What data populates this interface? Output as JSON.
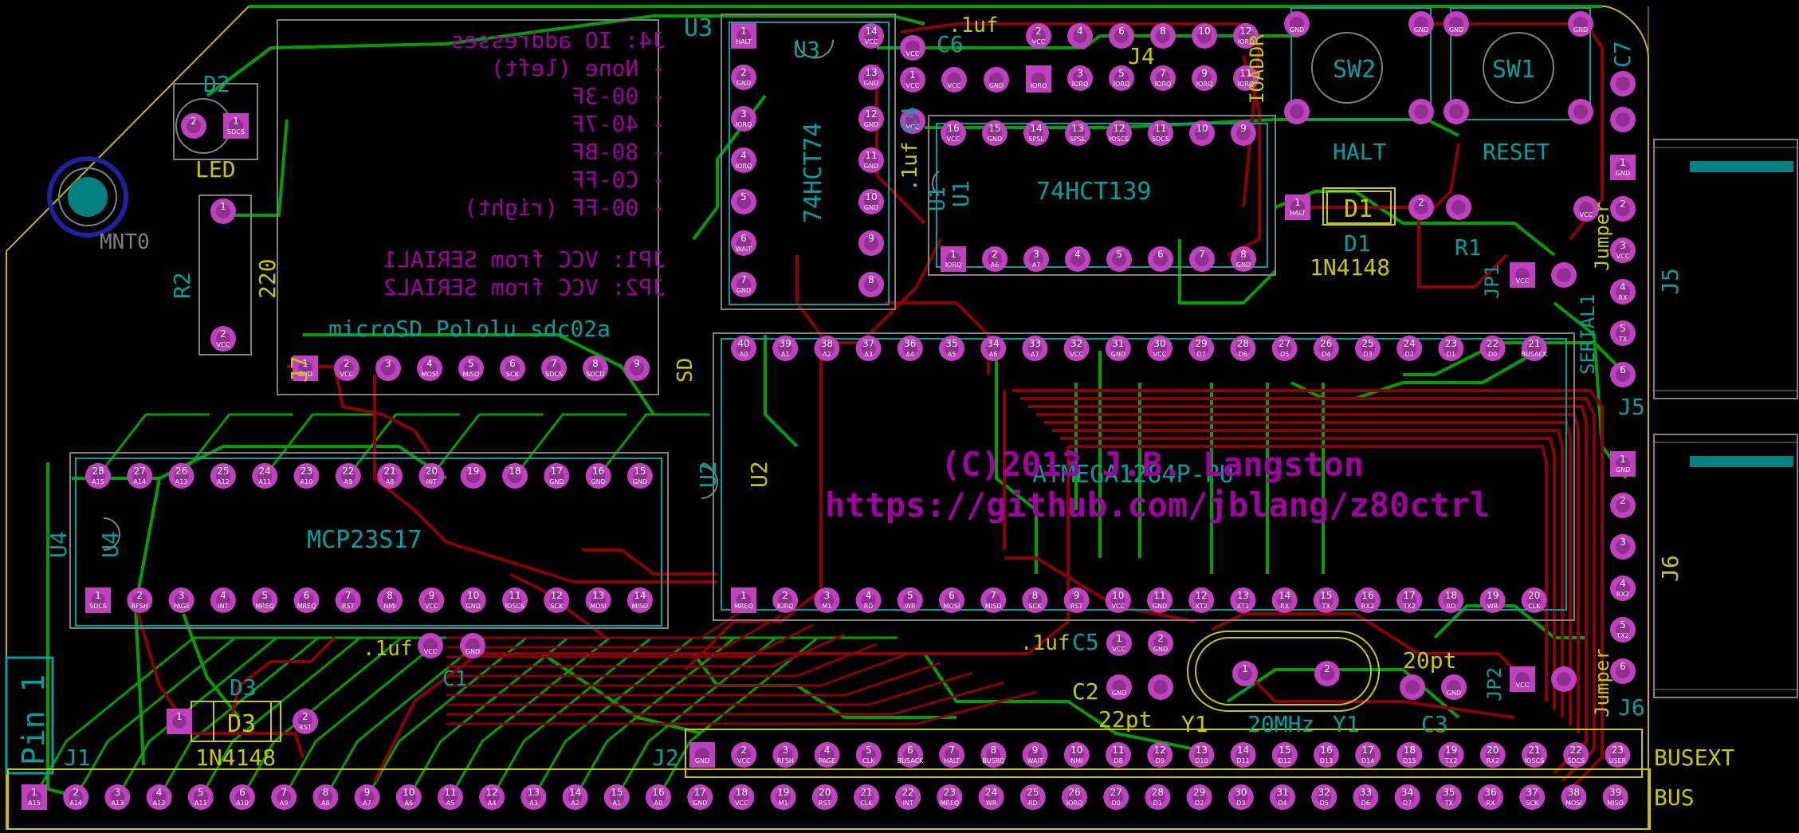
{
  "colors": {
    "background": "#000000",
    "edge": "#c8b400",
    "trace_top": "#8b0000",
    "trace_bottom": "#00a000",
    "pad": "#c040c0",
    "silk_cyan": "#00a0a0",
    "silk_yellow": "#c8c800",
    "silk_magenta": "#a000a0",
    "fab": "#808080"
  },
  "labels": {
    "u3": "U3",
    "u3_part": "74HCT74",
    "u3_ref2": "U3",
    "c6_val": ".1uf",
    "c6": "C6",
    "j4": "J4",
    "u1_part": "74HCT139",
    "u1": "U1",
    "c4": "C4",
    "c4_val": ".1uf",
    "u1b": "U1",
    "sw2": "SW2",
    "sw1": "SW1",
    "halt": "HALT",
    "reset": "RESET",
    "c7": "C7",
    "d1": "D1",
    "d1b": "D1",
    "d1_val": "1N4148",
    "r1": "R1",
    "jp1": "JP1",
    "jumper": "Jumper",
    "j5": "J5",
    "j5b": "J5",
    "serial1": "SERIAL1",
    "d2": "D2",
    "led": "LED",
    "mnt0": "MNT0",
    "r2": "R2",
    "r2_val": "220",
    "j7": "J7",
    "sd_title": "microSD Pololu sdc02a",
    "sd": "SD",
    "u2": "U2",
    "u2b": "U2",
    "u2_part": "ATMEGA1284P-PU",
    "copyright": "(C)2013 J.B. Langston",
    "github": "https://github.com/jblang/z80ctrl",
    "u4": "U4",
    "u4b": "U4",
    "u4_part": "MCP23S17",
    "c1_val": ".1uf",
    "c1": "C1",
    "c5_val": ".1uf",
    "c5": "C5",
    "c2": "C2",
    "c2_val": "22pt",
    "y1": "Y1",
    "y1_val": "20MHz",
    "y1b": "Y1",
    "c3": "C3",
    "c3_val": "20pt",
    "jp2": "JP2",
    "j6": "J6",
    "j6b": "J6",
    "jumper2": "Jumper",
    "d3": "D3",
    "d3b": "D3",
    "d3_val": "1N4148",
    "pin1": "Pin 1",
    "j1": "J1",
    "j2": "J2",
    "busext": "BUSEXT",
    "bus": "BUS",
    "ioaddr": "IOADDR",
    "legend": [
      "J4: IO addresses",
      "- None (left)",
      "- 00-3F",
      "- 40-7F",
      "- 80-BF",
      "- C0-FF",
      "- 00-FF (right)"
    ],
    "jp_notes": [
      "JP1: VCC from SERIAL1",
      "JP2: VCC from SERIAL2"
    ]
  },
  "bus_pins": [
    {
      "n": "1",
      "s": "A15"
    },
    {
      "n": "2",
      "s": "A14"
    },
    {
      "n": "3",
      "s": "A13"
    },
    {
      "n": "4",
      "s": "A12"
    },
    {
      "n": "5",
      "s": "A11"
    },
    {
      "n": "6",
      "s": "A10"
    },
    {
      "n": "7",
      "s": "A9"
    },
    {
      "n": "8",
      "s": "A8"
    },
    {
      "n": "9",
      "s": "A7"
    },
    {
      "n": "10",
      "s": "A6"
    },
    {
      "n": "11",
      "s": "A5"
    },
    {
      "n": "12",
      "s": "A4"
    },
    {
      "n": "13",
      "s": "A3"
    },
    {
      "n": "14",
      "s": "A2"
    },
    {
      "n": "15",
      "s": "A1"
    },
    {
      "n": "16",
      "s": "A0"
    },
    {
      "n": "17",
      "s": "GND"
    },
    {
      "n": "18",
      "s": "VCC"
    },
    {
      "n": "19",
      "s": "M1"
    },
    {
      "n": "20",
      "s": "RST"
    },
    {
      "n": "21",
      "s": "CLK"
    },
    {
      "n": "22",
      "s": "INT"
    },
    {
      "n": "23",
      "s": "MREQ"
    },
    {
      "n": "24",
      "s": "WR"
    },
    {
      "n": "25",
      "s": "RD"
    },
    {
      "n": "26",
      "s": "IORQ"
    },
    {
      "n": "27",
      "s": "D0"
    },
    {
      "n": "28",
      "s": "D1"
    },
    {
      "n": "29",
      "s": "D2"
    },
    {
      "n": "30",
      "s": "D3"
    },
    {
      "n": "31",
      "s": "D4"
    },
    {
      "n": "32",
      "s": "D5"
    },
    {
      "n": "33",
      "s": "D6"
    },
    {
      "n": "34",
      "s": "D7"
    },
    {
      "n": "35",
      "s": "TX"
    },
    {
      "n": "36",
      "s": "RX"
    },
    {
      "n": "37",
      "s": "SCK"
    },
    {
      "n": "38",
      "s": "MOSI"
    },
    {
      "n": "39",
      "s": "MISO"
    }
  ],
  "busext_pins": [
    {
      "n": "",
      "s": "GND"
    },
    {
      "n": "2",
      "s": "VCC"
    },
    {
      "n": "3",
      "s": "RFSH"
    },
    {
      "n": "4",
      "s": "PAGE"
    },
    {
      "n": "5",
      "s": "CLK"
    },
    {
      "n": "6",
      "s": "BUSACK"
    },
    {
      "n": "7",
      "s": "HALT"
    },
    {
      "n": "8",
      "s": "BUSRQ"
    },
    {
      "n": "9",
      "s": "WAIT"
    },
    {
      "n": "10",
      "s": "NMI"
    },
    {
      "n": "11",
      "s": "D8"
    },
    {
      "n": "12",
      "s": "D9"
    },
    {
      "n": "13",
      "s": "D10"
    },
    {
      "n": "14",
      "s": "D11"
    },
    {
      "n": "15",
      "s": "D12"
    },
    {
      "n": "16",
      "s": "D13"
    },
    {
      "n": "17",
      "s": "D14"
    },
    {
      "n": "18",
      "s": "D15"
    },
    {
      "n": "19",
      "s": "TX2"
    },
    {
      "n": "20",
      "s": "RX2"
    },
    {
      "n": "21",
      "s": "IOSCS"
    },
    {
      "n": "22",
      "s": "SDCS"
    },
    {
      "n": "23",
      "s": "USER"
    }
  ],
  "u2_top": [
    {
      "n": "40",
      "s": "A0"
    },
    {
      "n": "39",
      "s": "A1"
    },
    {
      "n": "38",
      "s": "A2"
    },
    {
      "n": "37",
      "s": "A3"
    },
    {
      "n": "36",
      "s": "A4"
    },
    {
      "n": "35",
      "s": "A5"
    },
    {
      "n": "34",
      "s": "A6"
    },
    {
      "n": "33",
      "s": "A7"
    },
    {
      "n": "32",
      "s": "VCC"
    },
    {
      "n": "31",
      "s": "GND"
    },
    {
      "n": "30",
      "s": "VCC"
    },
    {
      "n": "29",
      "s": "D7"
    },
    {
      "n": "28",
      "s": "D6"
    },
    {
      "n": "27",
      "s": "D5"
    },
    {
      "n": "26",
      "s": "D4"
    },
    {
      "n": "25",
      "s": "D3"
    },
    {
      "n": "24",
      "s": "D2"
    },
    {
      "n": "23",
      "s": "D1"
    },
    {
      "n": "22",
      "s": "D0"
    },
    {
      "n": "21",
      "s": "BUSACK"
    }
  ],
  "u2_bot": [
    {
      "n": "1",
      "s": "MREQ"
    },
    {
      "n": "2",
      "s": "IORQ"
    },
    {
      "n": "3",
      "s": "M1"
    },
    {
      "n": "4",
      "s": "RD"
    },
    {
      "n": "5",
      "s": "WR"
    },
    {
      "n": "6",
      "s": "MOSI"
    },
    {
      "n": "7",
      "s": "MISO"
    },
    {
      "n": "8",
      "s": "SCK"
    },
    {
      "n": "9",
      "s": "RST"
    },
    {
      "n": "10",
      "s": "VCC"
    },
    {
      "n": "11",
      "s": "GND"
    },
    {
      "n": "12",
      "s": "XT2"
    },
    {
      "n": "13",
      "s": "XT1"
    },
    {
      "n": "14",
      "s": "RX"
    },
    {
      "n": "15",
      "s": "TX"
    },
    {
      "n": "16",
      "s": "RX2"
    },
    {
      "n": "17",
      "s": "TX2"
    },
    {
      "n": "18",
      "s": "RD"
    },
    {
      "n": "19",
      "s": "WR"
    },
    {
      "n": "20",
      "s": "CLK"
    }
  ],
  "u4_top": [
    {
      "n": "28",
      "s": "A15"
    },
    {
      "n": "27",
      "s": "A14"
    },
    {
      "n": "26",
      "s": "A13"
    },
    {
      "n": "25",
      "s": "A12"
    },
    {
      "n": "24",
      "s": "A11"
    },
    {
      "n": "23",
      "s": "A10"
    },
    {
      "n": "22",
      "s": "A9"
    },
    {
      "n": "21",
      "s": "A8"
    },
    {
      "n": "20",
      "s": "INT"
    },
    {
      "n": "19",
      "s": ""
    },
    {
      "n": "18",
      "s": ""
    },
    {
      "n": "17",
      "s": "GND"
    },
    {
      "n": "16",
      "s": "GND"
    },
    {
      "n": "15",
      "s": "GND"
    }
  ],
  "u4_bot": [
    {
      "n": "1",
      "s": "SDCS"
    },
    {
      "n": "2",
      "s": "RFSH"
    },
    {
      "n": "3",
      "s": "PAGE"
    },
    {
      "n": "4",
      "s": "INT"
    },
    {
      "n": "5",
      "s": "MREQ"
    },
    {
      "n": "6",
      "s": "MREQ"
    },
    {
      "n": "7",
      "s": "RST"
    },
    {
      "n": "8",
      "s": "NMI"
    },
    {
      "n": "9",
      "s": "VCC"
    },
    {
      "n": "10",
      "s": "GND"
    },
    {
      "n": "11",
      "s": "IOSCS"
    },
    {
      "n": "12",
      "s": "SCK"
    },
    {
      "n": "13",
      "s": "MOSI"
    },
    {
      "n": "14",
      "s": "MISO"
    }
  ],
  "j7_pins": [
    {
      "n": "1",
      "s": "GND"
    },
    {
      "n": "2",
      "s": "VCC"
    },
    {
      "n": "3",
      "s": ""
    },
    {
      "n": "4",
      "s": "MOSI"
    },
    {
      "n": "5",
      "s": "MISO"
    },
    {
      "n": "6",
      "s": "SCK"
    },
    {
      "n": "7",
      "s": "SDCS"
    },
    {
      "n": "8",
      "s": "SDCD"
    },
    {
      "n": "9",
      "s": ""
    }
  ],
  "u3_left": [
    {
      "n": "1",
      "s": "HALT"
    },
    {
      "n": "2",
      "s": "GND"
    },
    {
      "n": "3",
      "s": "IORQ"
    },
    {
      "n": "4",
      "s": "IORQ"
    },
    {
      "n": "5",
      "s": ""
    },
    {
      "n": "6",
      "s": "WAIT"
    },
    {
      "n": "7",
      "s": "GND"
    }
  ],
  "u3_right": [
    {
      "n": "14",
      "s": "VCC"
    },
    {
      "n": "13",
      "s": "GND"
    },
    {
      "n": "12",
      "s": "GND"
    },
    {
      "n": "11",
      "s": "GND"
    },
    {
      "n": "10",
      "s": "GND"
    },
    {
      "n": "9",
      "s": ""
    },
    {
      "n": "8",
      "s": ""
    }
  ],
  "j4_top": [
    {
      "n": "2",
      "s": "VCC"
    },
    {
      "n": "4",
      "s": ""
    },
    {
      "n": "6",
      "s": ""
    },
    {
      "n": "8",
      "s": ""
    },
    {
      "n": "10",
      "s": ""
    },
    {
      "n": "12",
      "s": "IORQ"
    }
  ],
  "j4_bot": [
    {
      "n": "1",
      "s": "IORQ"
    },
    {
      "n": "3",
      "s": "IORQ"
    },
    {
      "n": "5",
      "s": "IORQ"
    },
    {
      "n": "7",
      "s": "IORQ"
    },
    {
      "n": "9",
      "s": "IORQ"
    },
    {
      "n": "11",
      "s": "IORQ"
    }
  ],
  "u1_top": [
    {
      "n": "16",
      "s": "VCC"
    },
    {
      "n": "15",
      "s": "GND"
    },
    {
      "n": "14",
      "s": "SPSL"
    },
    {
      "n": "13",
      "s": "SPSL"
    },
    {
      "n": "12",
      "s": "IOSCS"
    },
    {
      "n": "11",
      "s": "SDCS"
    },
    {
      "n": "10",
      "s": ""
    },
    {
      "n": "9",
      "s": ""
    }
  ],
  "u1_bot": [
    {
      "n": "1",
      "s": "IORQ"
    },
    {
      "n": "2",
      "s": "A6"
    },
    {
      "n": "3",
      "s": "A7"
    },
    {
      "n": "4",
      "s": ""
    },
    {
      "n": "5",
      "s": ""
    },
    {
      "n": "6",
      "s": ""
    },
    {
      "n": "7",
      "s": ""
    },
    {
      "n": "8",
      "s": "GND"
    }
  ],
  "j5_pins": [
    {
      "n": "1",
      "s": "GND"
    },
    {
      "n": "2",
      "s": ""
    },
    {
      "n": "3",
      "s": "VCC"
    },
    {
      "n": "4",
      "s": "RX"
    },
    {
      "n": "5",
      "s": "TX"
    },
    {
      "n": "6",
      "s": ""
    }
  ],
  "j6_pins": [
    {
      "n": "1",
      "s": "GND"
    },
    {
      "n": "2",
      "s": ""
    },
    {
      "n": "3",
      "s": ""
    },
    {
      "n": "4",
      "s": "RX2"
    },
    {
      "n": "5",
      "s": "TX2"
    },
    {
      "n": "6",
      "s": ""
    }
  ]
}
